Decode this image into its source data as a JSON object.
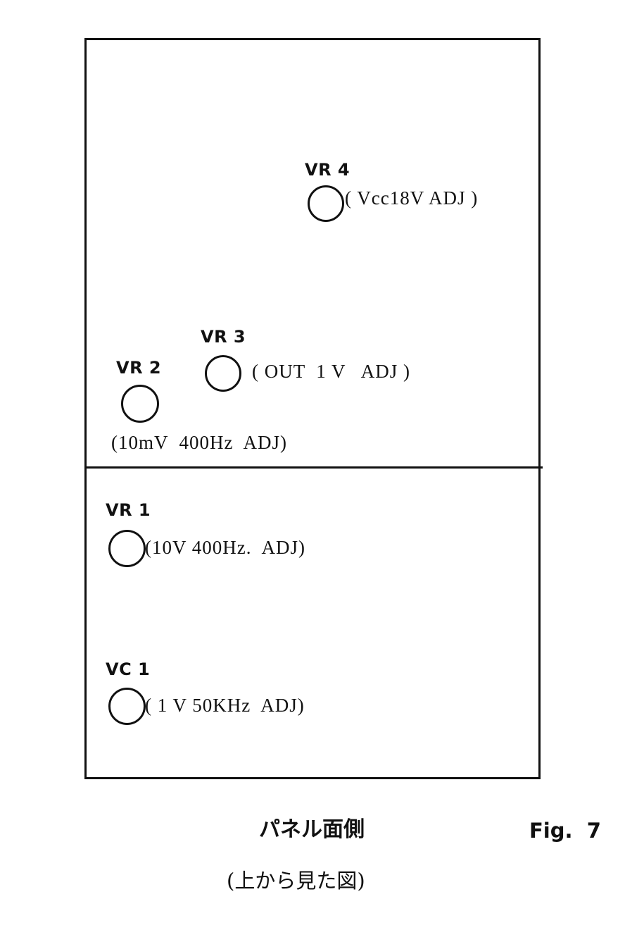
{
  "components": [
    {
      "id": "VR 4",
      "desc": "( Vcc18V ADJ )"
    },
    {
      "id": "VR 3",
      "desc": "( OUT  1 V   ADJ )"
    },
    {
      "id": "VR 2",
      "desc": "(10mV  400Hz  ADJ)"
    },
    {
      "id": "VR 1",
      "desc": "(10V 400Hz.  ADJ)"
    },
    {
      "id": "VC 1",
      "desc": "( 1 V 50KHz  ADJ)"
    }
  ],
  "caption": {
    "title": "パネル面側",
    "subtitle": "(上から見た図)",
    "figure": "Fig.  7"
  }
}
